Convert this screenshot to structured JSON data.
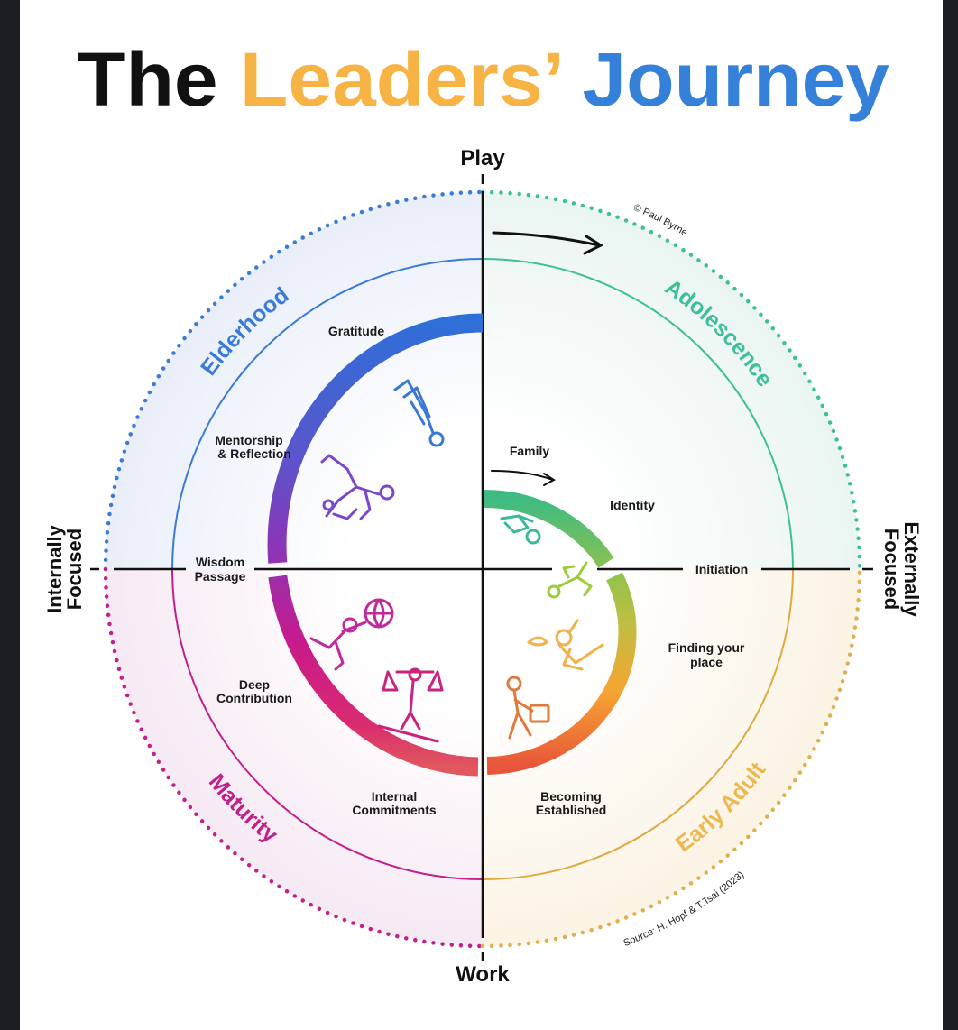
{
  "title": {
    "part1": "The",
    "part2": "Leaders’",
    "part3": "Journey"
  },
  "colors": {
    "title_orange": "#f7b445",
    "title_blue": "#3580d8",
    "elderhood": "#3a7bd5",
    "adolescence": "#3dbf9a",
    "maturity": "#c0208a",
    "early_adult": "#e8b04a"
  },
  "axes": {
    "top": "Play",
    "bottom": "Work",
    "left": [
      "Internally",
      "Focused"
    ],
    "right": [
      "Externally",
      "Focused"
    ]
  },
  "quadrants": {
    "top_left": "Elderhood",
    "top_right": "Adolescence",
    "bottom_left": "Maturity",
    "bottom_right": "Early Adult"
  },
  "stages": {
    "gratitude": "Gratitude",
    "mentorship": [
      "Mentorship",
      "& Reflection"
    ],
    "wisdom": [
      "Wisdom",
      "Passage"
    ],
    "deep": [
      "Deep",
      "Contribution"
    ],
    "internal": [
      "Internal",
      "Commitments"
    ],
    "family": "Family",
    "identity": "Identity",
    "initiation": "Initiation",
    "finding": [
      "Finding your",
      "place"
    ],
    "becoming": [
      "Becoming",
      "Established"
    ]
  },
  "credits": {
    "copyright": "© Paul Byrne",
    "source": "Source: H. Hopf & T.Tsai (2023)"
  },
  "icons": [
    "diver-icon",
    "mentor-figures-icon",
    "globe-figure-icon",
    "scales-figure-icon",
    "baby-icon",
    "crawling-child-icon",
    "graduate-figure-icon",
    "businessperson-icon",
    "arrow-icon"
  ]
}
